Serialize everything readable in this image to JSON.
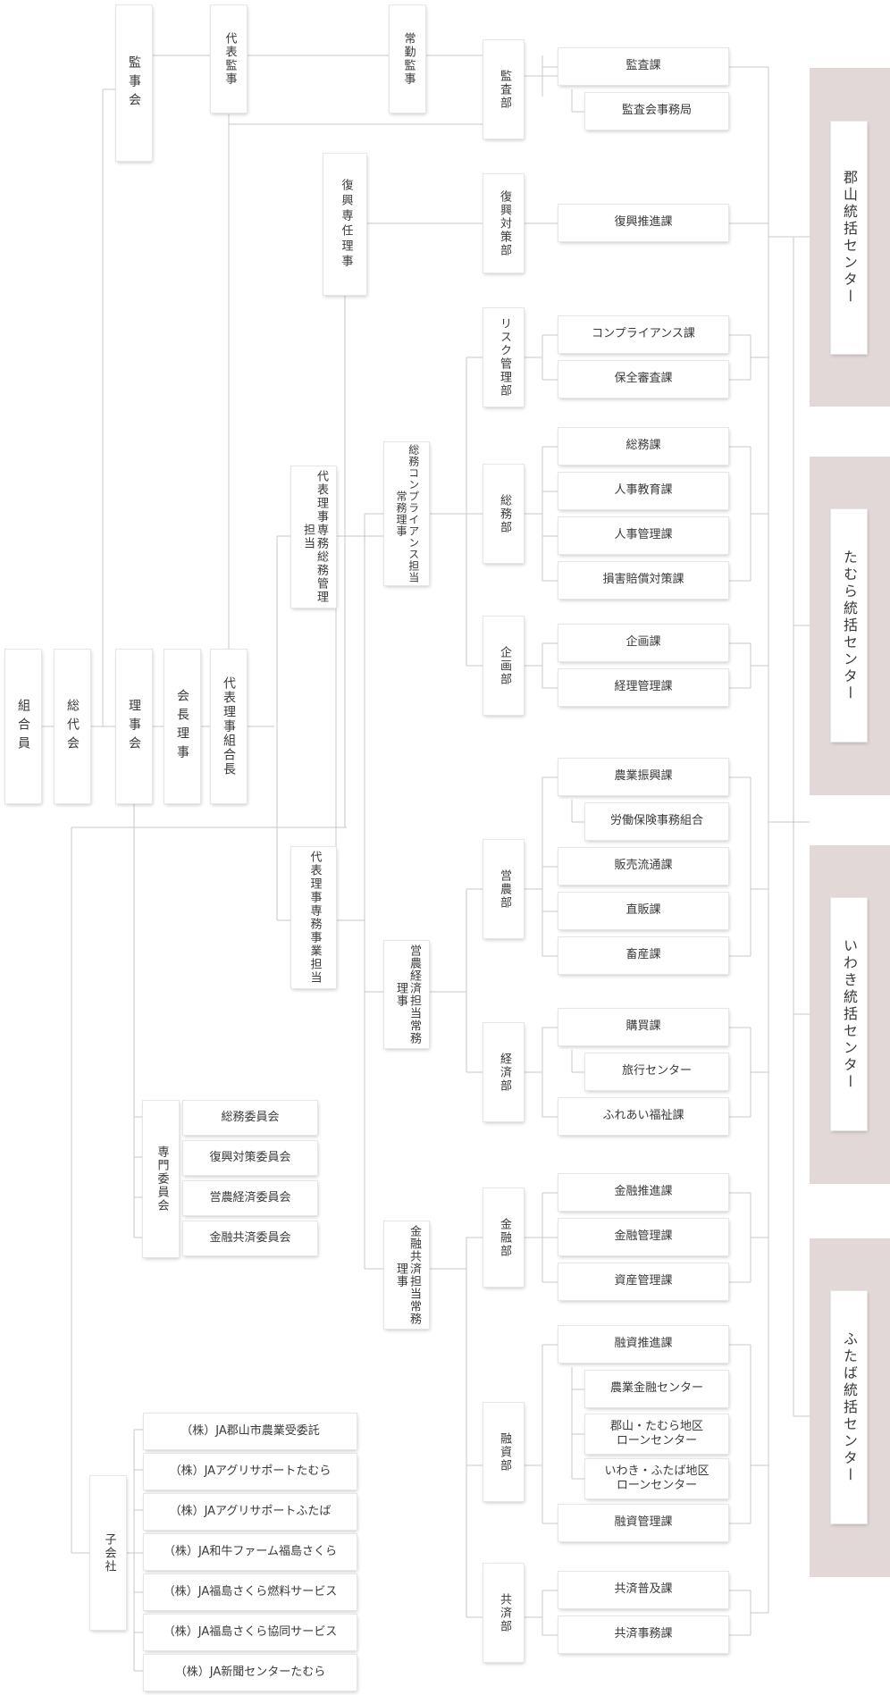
{
  "board": {
    "members": "組合員",
    "delegates": "総代会",
    "audit_board": "監事会",
    "directors_board": "理事会",
    "chairman": "会長理事",
    "president": "代表理事組合長",
    "rep_auditor": "代表監事",
    "standing_auditor": "常勤監事",
    "recovery_director": "復興専任理事",
    "rep_exec_general": "代表理事専務総務管理担当",
    "rep_exec_business": "代表理事専務事業担当",
    "compliance_director": "総務コンプライアンス担当常務理事",
    "agri_director": "営農経済担当常務理事",
    "finance_director": "金融共済担当常務理事",
    "committees_label": "専門委員会",
    "subsidiaries_label": "子会社"
  },
  "departments": {
    "audit": "監査部",
    "recovery": "復興対策部",
    "risk": "リスク管理部",
    "general": "総務部",
    "planning": "企画部",
    "agri": "営農部",
    "economy": "経済部",
    "finance": "金融部",
    "loans": "融資部",
    "mutual": "共済部"
  },
  "sections": {
    "audit_sec": "監査課",
    "audit_office": "監査会事務局",
    "recovery_promo": "復興推進課",
    "compliance_sec": "コンプライアンス課",
    "preservation": "保全審査課",
    "general_sec": "総務課",
    "hr_education": "人事教育課",
    "hr_management": "人事管理課",
    "damages": "損害賠償対策課",
    "planning_sec": "企画課",
    "accounting": "経理管理課",
    "agri_promo": "農業振興課",
    "labor_ins": "労働保険事務組合",
    "sales": "販売流通課",
    "direct_sales": "直販課",
    "livestock": "畜産課",
    "purchasing": "購買課",
    "travel": "旅行センター",
    "welfare": "ふれあい福祉課",
    "finance_promo": "金融推進課",
    "finance_mgmt": "金融管理課",
    "asset_mgmt": "資産管理課",
    "loan_promo": "融資推進課",
    "agri_finance": "農業金融センター",
    "loan_center1": "郡山・たむら地区\nローンセンター",
    "loan_center2": "いわき・ふたば地区\nローンセンター",
    "loan_mgmt": "融資管理課",
    "mutual_promo": "共済普及課",
    "mutual_office": "共済事務課"
  },
  "committees": [
    "総務委員会",
    "復興対策委員会",
    "営農経済委員会",
    "金融共済委員会"
  ],
  "subsidiaries": [
    "（株）JA郡山市農業受委託",
    "（株）JAアグリサポートたむら",
    "（株）JAアグリサポートふたば",
    "（株）JA和牛ファーム福島さくら",
    "（株）JA福島さくら燃料サービス",
    "（株）JA福島さくら協同サービス",
    "（株）JA新聞センターたむら"
  ],
  "centers": [
    "郡山統括センター",
    "たむら統括センター",
    "いわき統括センター",
    "ふたば統括センター"
  ],
  "colors": {
    "line": "#c8c8c8",
    "panel": "#e3d8d8",
    "text": "#3a3a3a"
  }
}
